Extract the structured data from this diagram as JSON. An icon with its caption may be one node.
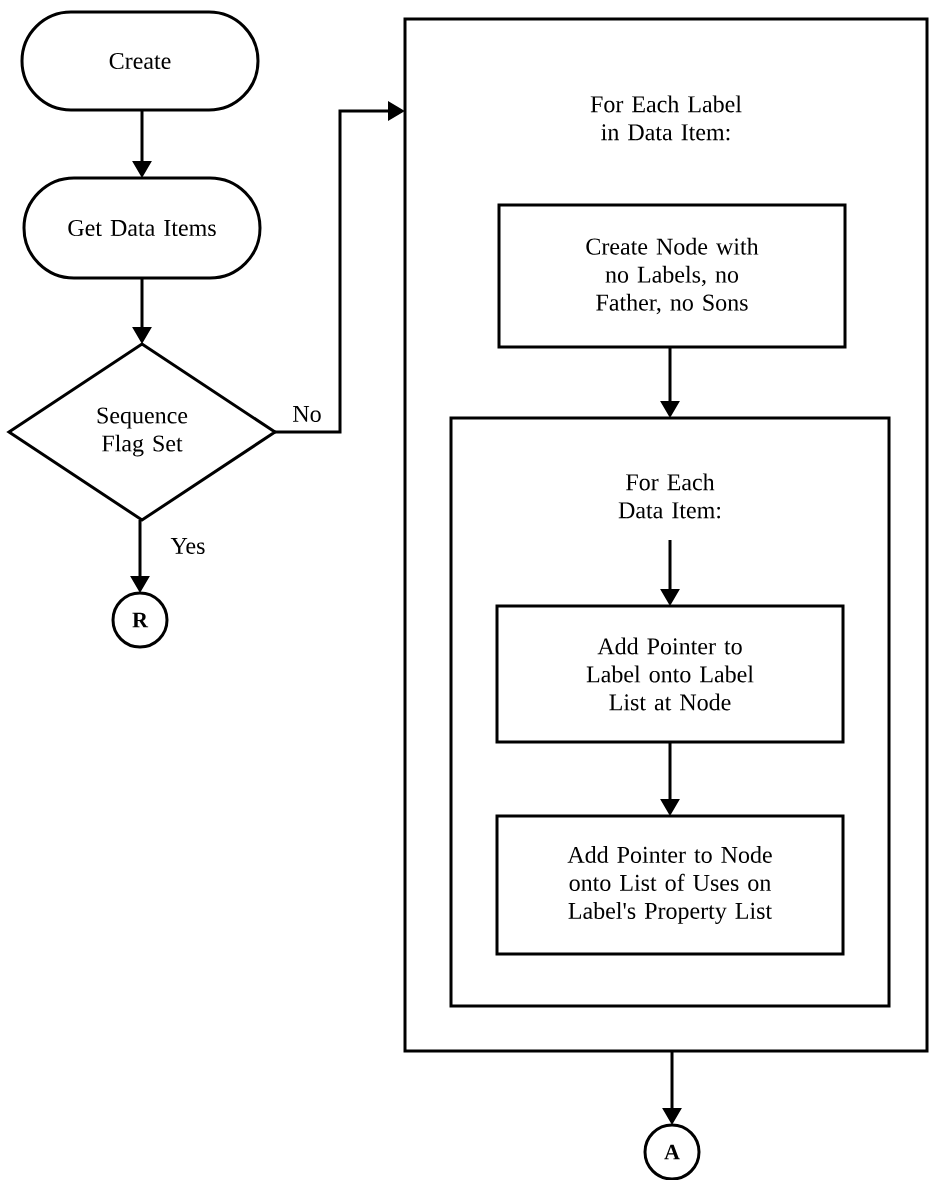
{
  "diagram": {
    "nodes": [
      {
        "text": [
          "Create"
        ]
      },
      {
        "text": [
          "Get Data Items"
        ]
      },
      {
        "text": [
          "Sequence Flag Set"
        ]
      },
      {
        "text": [
          "R"
        ]
      },
      {
        "text": [
          "For Each Label in Data Item:"
        ]
      },
      {
        "text": [
          "Create Node with no Labels, no Father, no Sons"
        ],
        "in": 4
      },
      {
        "text": [
          "For Each Data Item:"
        ],
        "in": 4
      },
      {
        "text": [
          "Add Pointer to Label onto Label List at Node"
        ],
        "in": 6
      },
      {
        "text": [
          "Add Pointer to Node onto List of Uses on Label's Property List"
        ],
        "in": 6
      },
      {
        "text": [
          "A"
        ]
      }
    ],
    "edges": [
      {
        "from": 0,
        "to": 1,
        "arrow": "to"
      },
      {
        "from": 1,
        "to": 2,
        "arrow": "to"
      },
      {
        "from": 2,
        "to": 3,
        "arrow": "to",
        "label": "Yes"
      },
      {
        "from": 2,
        "to": 4,
        "arrow": "to",
        "label": "No"
      },
      {
        "from": 5,
        "to": 6,
        "arrow": "to"
      },
      {
        "from": null,
        "to": 7,
        "arrow": "to"
      },
      {
        "from": 7,
        "to": 8,
        "arrow": "to"
      },
      {
        "from": 4,
        "to": 9,
        "arrow": "to"
      }
    ]
  }
}
